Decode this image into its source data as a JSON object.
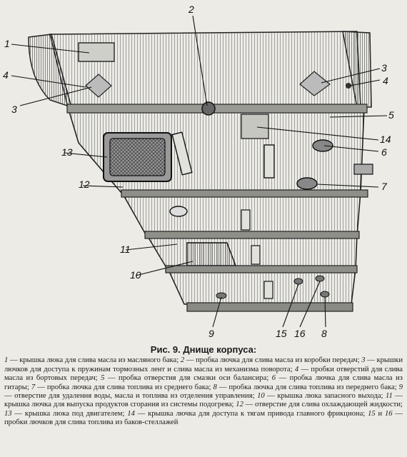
{
  "figure": {
    "callouts": [
      "1",
      "2",
      "3",
      "3",
      "4",
      "4",
      "5",
      "14",
      "6",
      "13",
      "12",
      "7",
      "11",
      "10",
      "9",
      "15",
      "16",
      "8"
    ]
  },
  "caption": {
    "title": "Рис. 9. Днище корпуса:",
    "items": [
      {
        "n": "1",
        "text": " — крышка люка для слива масла из масляного бака; "
      },
      {
        "n": "2",
        "text": " — пробка лючка для слива масла из коробки передач; "
      },
      {
        "n": "3",
        "text": " — крышки лючков для доступа к пружинам тормозных лент и слива масла из механизма поворота; "
      },
      {
        "n": "4",
        "text": " — пробки отверстий для слива масла из бортовых передач; "
      },
      {
        "n": "5",
        "text": " — пробка отверстия для смазки оси балансира; "
      },
      {
        "n": "6",
        "text": " — пробка лючка для слива масла из гитары; "
      },
      {
        "n": "7",
        "text": " — пробка лючка для слива топлива из среднего бака; "
      },
      {
        "n": "8",
        "text": " — пробка лючка для слива топлива из переднего бака; "
      },
      {
        "n": "9",
        "text": " — отверстие для удаления воды, масла и топлива из отделения управления; "
      },
      {
        "n": "10",
        "text": " — крышка люка запасного выхода; "
      },
      {
        "n": "11",
        "text": " — крышка лючка для выпуска продуктов сгорания из системы подогрева; "
      },
      {
        "n": "12",
        "text": " — отверстие для слива охлаждающей жидкости; "
      },
      {
        "n": "13",
        "text": " — крышка люка под двигателем; "
      },
      {
        "n": "14",
        "text": " — крышка лючка для доступа к тягам привода главного фрикциона; "
      },
      {
        "n": "15",
        "text": " и "
      },
      {
        "n": "16",
        "text": " — пробки лючков для слива топлива из баков-стеллажей"
      }
    ]
  }
}
